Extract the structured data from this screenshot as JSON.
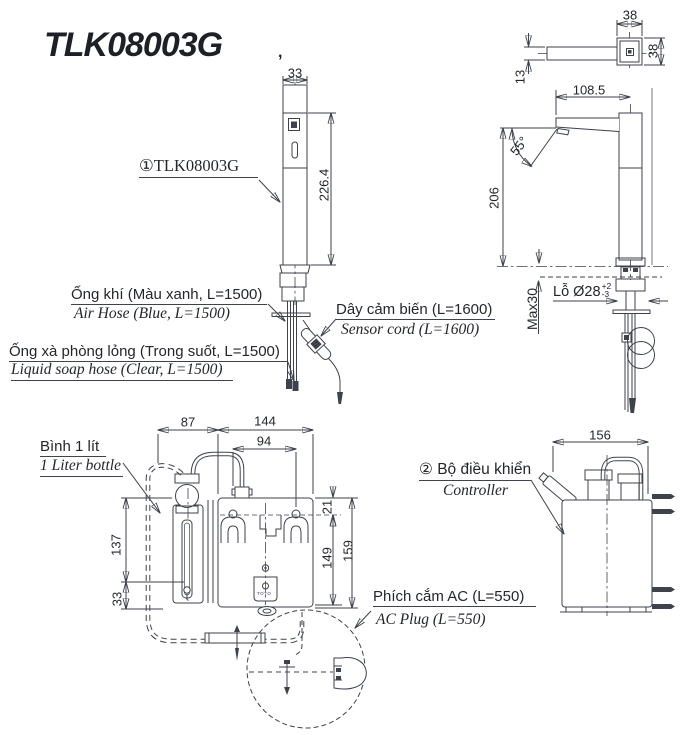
{
  "title": {
    "text": "TLK08003G",
    "mark": ","
  },
  "callouts": {
    "part1": "①TLK08003G",
    "air_hose": {
      "vi": "Ống khí (Màu xanh, L=1500)",
      "en": "Air Hose (Blue, L=1500)"
    },
    "soap_hose": {
      "vi": "Ống xà phòng lỏng (Trong suốt, L=1500)",
      "en": "Liquid soap hose (Clear, L=1500)"
    },
    "sensor_cord": {
      "vi": "Dây cảm biến (L=1600)",
      "en": "Sensor cord (L=1600)"
    },
    "bottle": {
      "vi": "Bình 1 lít",
      "en": "1 Liter bottle"
    },
    "controller": {
      "vi": "② Bộ điều khiển",
      "en": "Controller"
    },
    "ac_plug": {
      "vi": "Phích cắm AC (L=550)",
      "en": "AC Plug (L=550)"
    },
    "hole": {
      "text": "Lỗ Ø28",
      "tol_plus": "+2",
      "tol_minus": "-3"
    },
    "max_counter": "Max30",
    "toto_mark": "TOTO"
  },
  "dimensions": {
    "faucet_width": "33",
    "faucet_height": "226.4",
    "spout_sq_w": "38",
    "spout_sq_h": "38",
    "spout_thickness": "13",
    "spout_reach": "108.5",
    "spray_angle": "55°",
    "spout_height": "206",
    "bottle_offset": "87",
    "controller_width": "144",
    "mount_hole_spacing": "94",
    "mount_offset_top": "21",
    "mount_height": "149",
    "controller_height": "159",
    "bottle_height": "137",
    "bottle_window_offset": "33",
    "controller_depth": "156"
  },
  "colors": {
    "line": "#3d424d",
    "text": "#23262b",
    "background": "#ffffff"
  }
}
